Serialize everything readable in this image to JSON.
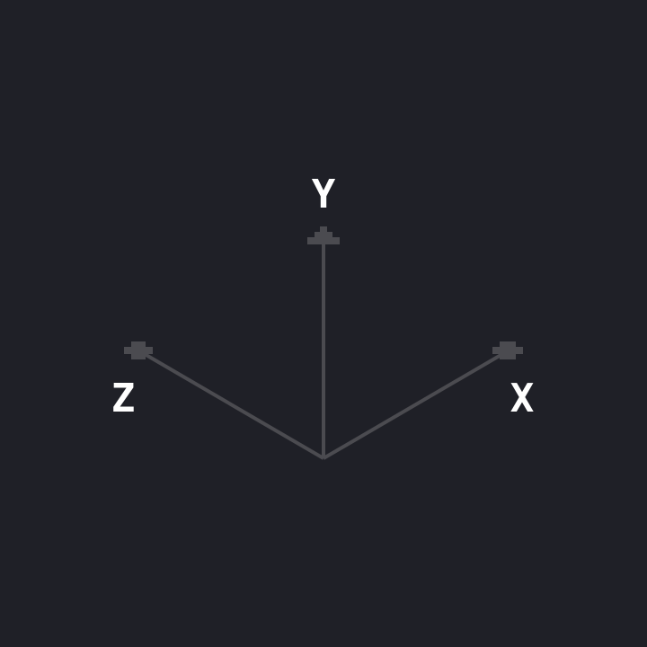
{
  "background": "#1f2027",
  "axis_color": "#4b4b50",
  "label_color": "#ffffff",
  "axes": [
    {
      "id": "y",
      "label": "Y",
      "direction": "up"
    },
    {
      "id": "z",
      "label": "Z",
      "direction": "lower-left-to-upper-left"
    },
    {
      "id": "x",
      "label": "X",
      "direction": "lower-right-to-upper-right"
    }
  ]
}
